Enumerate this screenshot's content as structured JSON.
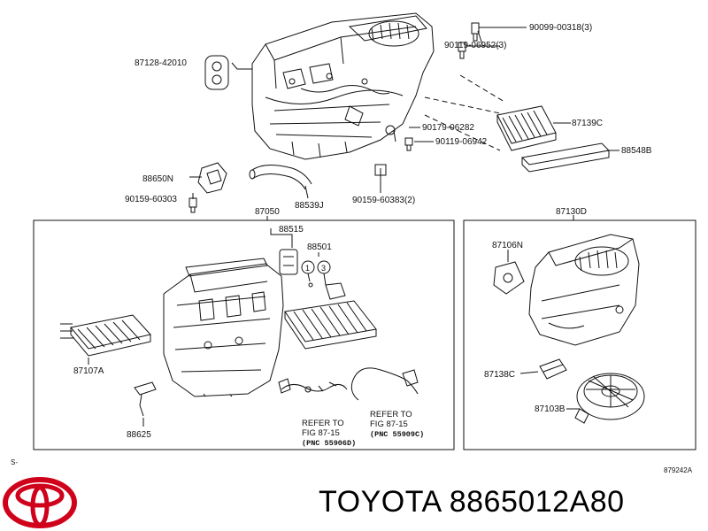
{
  "parts": {
    "p90099": "90099-00318(3)",
    "p90119a": "90119-06952(3)",
    "p87128": "87128-42010",
    "p87139c": "87139C",
    "p90179": "90179-06282",
    "p90119b": "90119-06942",
    "p88548b": "88548B",
    "p88650n": "88650N",
    "p90159a": "90159-60303",
    "p88539j": "88539J",
    "p90159b": "90159-60383(2)",
    "p87050": "87050",
    "p87130d": "87130D",
    "p88515": "88515",
    "p88501": "88501",
    "p87106n": "87106N",
    "p87107a": "87107A",
    "p87138c": "87138C",
    "p87103b": "87103B",
    "p88625": "88625"
  },
  "circle_labels": [
    "1",
    "3"
  ],
  "references": [
    {
      "line1": "REFER TO",
      "line2": "FIG 87-15",
      "pnc": "(PNC 55906D)"
    },
    {
      "line1": "REFER TO",
      "line2": "FIG 87-15",
      "pnc": "(PNC 55909C)"
    }
  ],
  "footer": {
    "left_mark": "S-",
    "figure_code": "879242A"
  },
  "branding": {
    "logo": "toyota-logo",
    "logo_color": "#d0021b",
    "caption": "TOYOTA 8865012A80"
  }
}
